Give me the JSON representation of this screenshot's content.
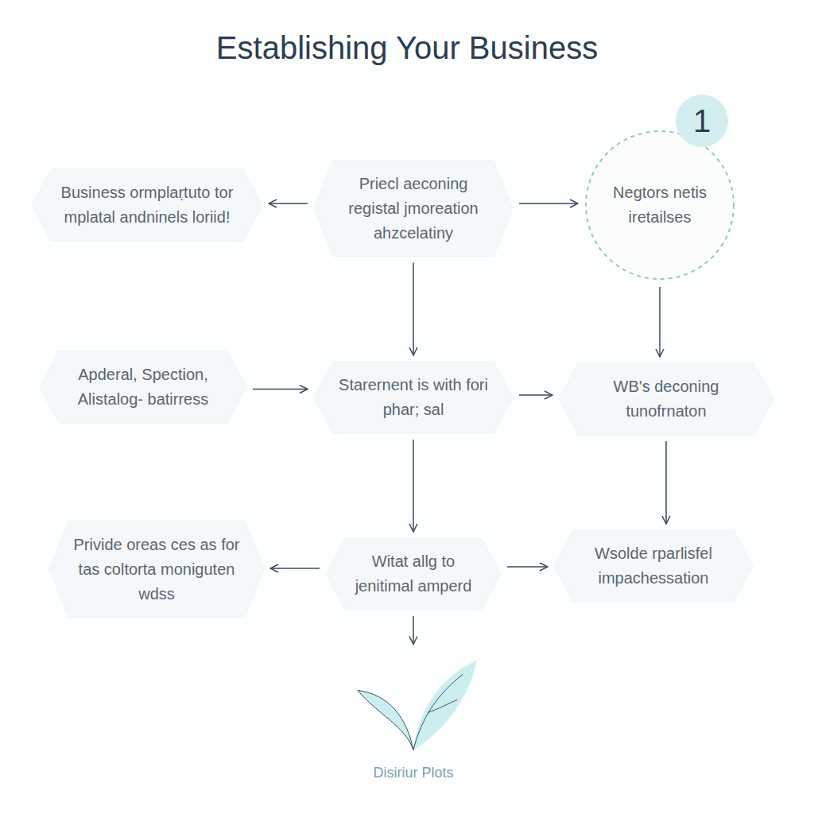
{
  "diagram": {
    "title": "Establishing Your Business",
    "nodes": [
      {
        "text": [
          "Business ormplaṛtuto tor mplatal andninels loriid!"
        ]
      },
      {
        "text": [
          "Priecl aeconing registal jmoreation ahzcelatiny"
        ]
      },
      {
        "text": [
          "Negtors netis iretailses"
        ]
      },
      {
        "text": [
          "Apderal, Spection, Alistalog- batirress"
        ]
      },
      {
        "text": [
          "Starernent is with fori phar; sal"
        ]
      },
      {
        "text": [
          "WB's deconing tunofrnaton"
        ]
      },
      {
        "text": [
          "Privide oreas ces as for tas coltorta moniguten wdss"
        ]
      },
      {
        "text": [
          "Witat allg to jenitimal amperd"
        ]
      },
      {
        "text": [
          "Wsolde rparlisfel impachessation"
        ]
      },
      {
        "text": [
          "Disiriur Plots"
        ]
      }
    ],
    "edges": [
      {
        "from": 1,
        "to": 0,
        "arrow": "to"
      },
      {
        "from": 1,
        "to": 2,
        "arrow": "to"
      },
      {
        "from": 1,
        "to": 4,
        "arrow": "to"
      },
      {
        "from": 2,
        "to": 5,
        "arrow": "to"
      },
      {
        "from": 3,
        "to": 4,
        "arrow": "to"
      },
      {
        "from": 4,
        "to": 5,
        "arrow": "to"
      },
      {
        "from": 4,
        "to": 7,
        "arrow": "to"
      },
      {
        "from": 5,
        "to": 8,
        "arrow": "to"
      },
      {
        "from": 7,
        "to": 6,
        "arrow": "to"
      },
      {
        "from": 7,
        "to": 8,
        "arrow": "to"
      },
      {
        "from": 7,
        "to": 9,
        "arrow": "to"
      }
    ],
    "labels": [
      "1"
    ]
  }
}
